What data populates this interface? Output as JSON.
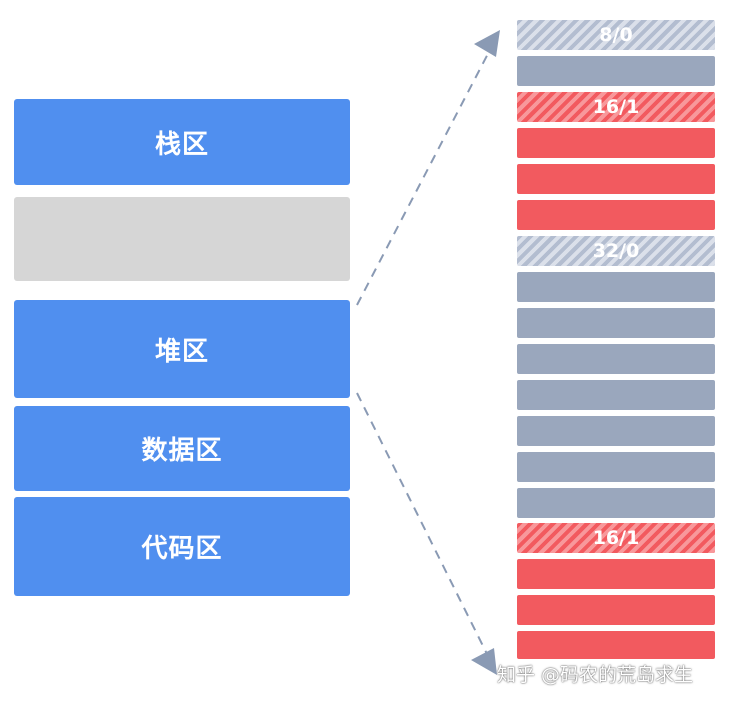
{
  "memory_segments": [
    {
      "label": "栈区",
      "color": "#508fef"
    },
    {
      "label": "",
      "color": "#d6d6d6"
    },
    {
      "label": "堆区",
      "color": "#508fef"
    },
    {
      "label": "数据区",
      "color": "#508fef"
    },
    {
      "label": "代码区",
      "color": "#508fef"
    }
  ],
  "heap_blocks": [
    {
      "header": "8/0",
      "state": "free",
      "body_count": 1
    },
    {
      "header": "16/1",
      "state": "allocated",
      "body_count": 3
    },
    {
      "header": "32/0",
      "state": "free",
      "body_count": 7
    },
    {
      "header": "16/1",
      "state": "allocated",
      "body_count": 3
    }
  ],
  "colors": {
    "segment_blue": "#508fef",
    "segment_gray": "#d6d6d6",
    "free_block": "#9aa7bd",
    "allocated_block": "#f25a5f",
    "arrow": "#8a9ab4"
  },
  "watermark": "知乎 @码农的荒岛求生"
}
